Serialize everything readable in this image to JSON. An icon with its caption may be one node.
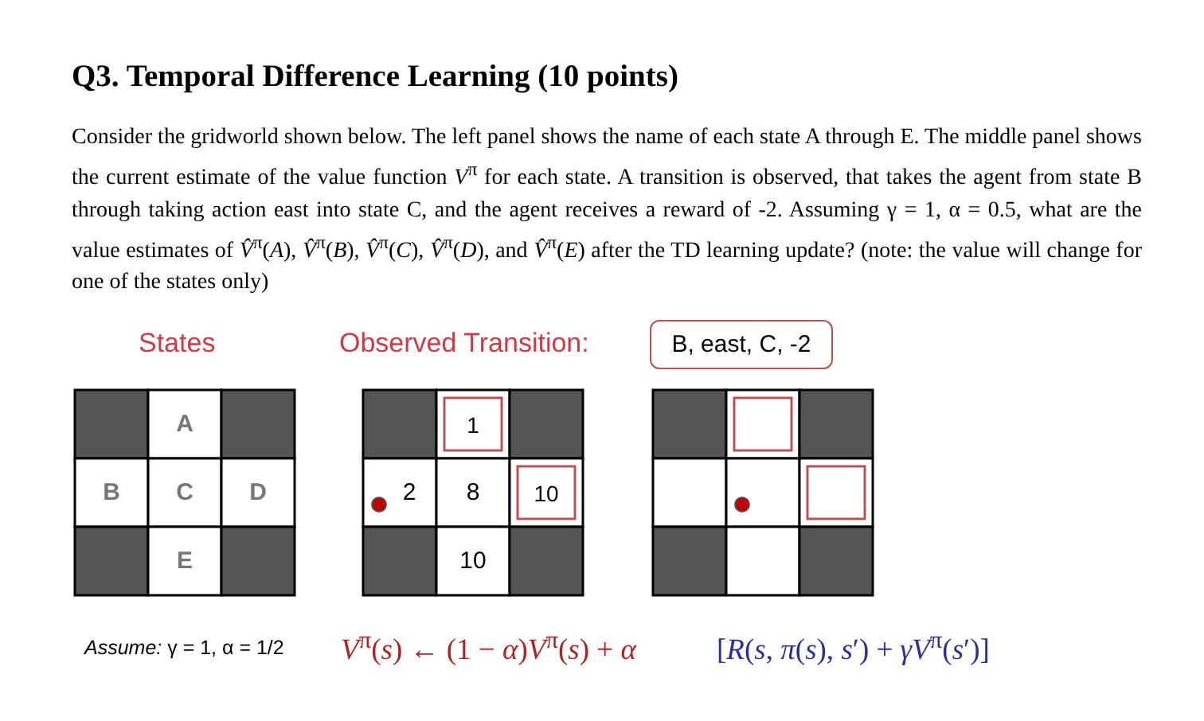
{
  "diagram": {
    "title": "Q3. Temporal Difference Learning (10 points)",
    "nodes": [
      {
        "text": [
          "B, east, C, -2"
        ]
      }
    ],
    "edges": [],
    "labels": [
      "Consider the gridworld shown below. The left panel shows the name of each state A through E. The middle panel shows the current estimate of the value function *V*$^{π}$ for each state. A transition is observed, that takes the agent from state B through taking action east into state C, and the agent receives a reward of -2. Assuming γ = 1, α = 0.5, what are the value estimates of *V̂*$^{π}$(*A*), *V̂*$^{π}$(*B*), *V̂*$^{π}$(*C*), *V̂*$^{π}$(*D*), and *V̂*$^{π}$(*E*) after the TD learning update? (note: the value will change for one of the states only)",
      "States",
      "Observed Transition:",
      "A",
      "B",
      "C",
      "D",
      "E",
      "1",
      "2",
      "8",
      "10",
      "10",
      "*Assume:* γ = 1, α = 1/2",
      "*V*$^{π}$(*s*) ← (1 − *α*)*V*$^{π}$(*s*) + *α*",
      "[*R*(*s*, *π*(*s*), *s*′) + *γV*$^{π}$(*s*′)]"
    ]
  }
}
